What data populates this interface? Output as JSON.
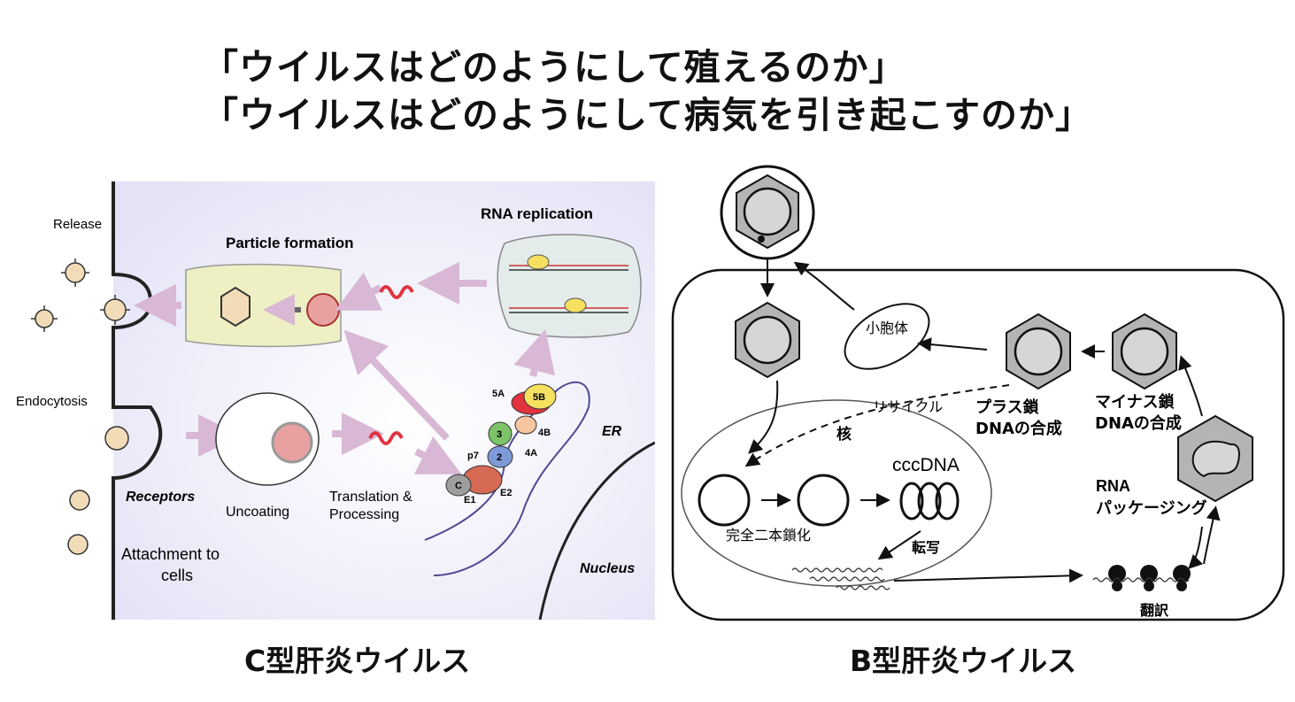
{
  "header": {
    "line1": "「ウイルスはどのようにして殖えるのか」",
    "line2": "「ウイルスはどのようにして病気を引き起こすのか」"
  },
  "hcv": {
    "caption": "C型肝炎ウイルス",
    "labels": {
      "release": "Release",
      "particle_formation": "Particle formation",
      "rna_replication": "RNA replication",
      "endocytosis": "Endocytosis",
      "receptors": "Receptors",
      "uncoating": "Uncoating",
      "translation_line1": "Translation &",
      "translation_line2": "Processing",
      "attachment_line1": "Attachment to",
      "attachment_line2": "cells",
      "er": "ER",
      "nucleus": "Nucleus",
      "proteins": [
        "5A",
        "5B",
        "3",
        "4B",
        "4A",
        "2",
        "p7",
        "C",
        "E1",
        "E2"
      ]
    }
  },
  "hbv": {
    "caption": "B型肝炎ウイルス",
    "labels": {
      "vesicle": "小胞体",
      "plus_strand_line1": "プラス鎖",
      "plus_strand_line2": "DNAの合成",
      "minus_strand_line1": "マイナス鎖",
      "minus_strand_line2": "DNAの合成",
      "recycle": "リサイクル",
      "nucleus": "核",
      "cccdna": "cccDNA",
      "complete_ds": "完全二本鎖化",
      "transcription": "転写",
      "rna": "RNA",
      "packaging": "パッケージング",
      "translation": "翻訳"
    }
  },
  "colors": {
    "hcv_background": "#ecebf8",
    "particle_box": "#eef0c4",
    "replication_box": "#e3ecea",
    "arrow_pink": "#d8b8d4",
    "rna_red": "#e2323f",
    "hbv_capsid_gray": "#b4b4b4"
  }
}
